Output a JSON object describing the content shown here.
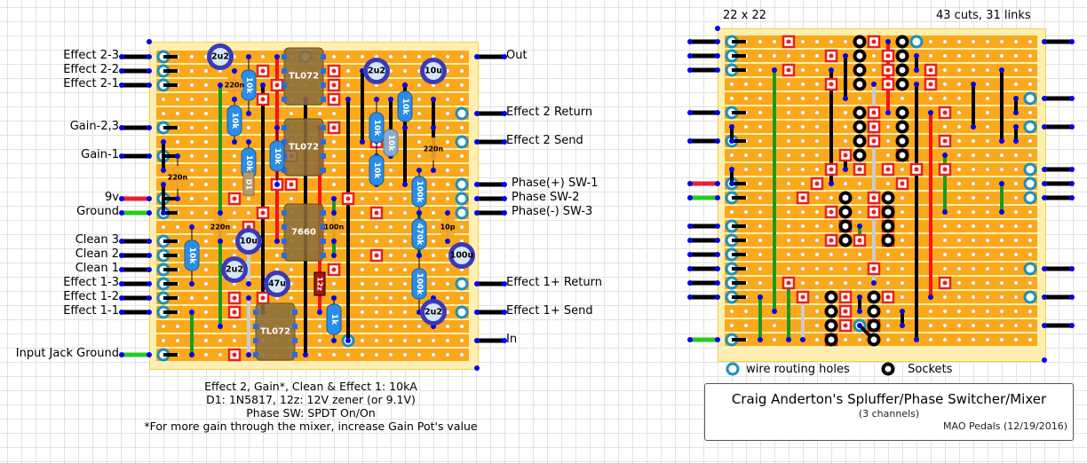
{
  "left_board": {
    "left_labels": [
      {
        "text": "Effect 2-3",
        "row": 0
      },
      {
        "text": "Effect 2-2",
        "row": 1
      },
      {
        "text": "Effect 2-1",
        "row": 2
      },
      {
        "text": "Gain-2,3",
        "row": 5
      },
      {
        "text": "Gain-1",
        "row": 7
      },
      {
        "text": "9v",
        "row": 10,
        "wire": "red"
      },
      {
        "text": "Ground",
        "row": 11,
        "wire": "green"
      },
      {
        "text": "Clean 3",
        "row": 13
      },
      {
        "text": "Clean 2",
        "row": 14
      },
      {
        "text": "Clean 1",
        "row": 15
      },
      {
        "text": "Effect 1-3",
        "row": 16
      },
      {
        "text": "Effect 1-2",
        "row": 17
      },
      {
        "text": "Effect 1-1",
        "row": 18
      },
      {
        "text": "Input Jack Ground",
        "row": 21,
        "wire": "green"
      }
    ],
    "right_labels": [
      {
        "text": "Out",
        "row": 0
      },
      {
        "text": "Effect 2 Return",
        "row": 4
      },
      {
        "text": "Effect 2 Send",
        "row": 6
      },
      {
        "text": "Phase(+) SW-1",
        "row": 9
      },
      {
        "text": "Phase SW-2",
        "row": 10
      },
      {
        "text": "Phase(-) SW-3",
        "row": 11
      },
      {
        "text": "Effect 1+ Return",
        "row": 16
      },
      {
        "text": "Effect 1+ Send",
        "row": 18
      },
      {
        "text": "In",
        "row": 20
      }
    ],
    "ics": [
      {
        "label": "TL072"
      },
      {
        "label": "TL072"
      },
      {
        "label": "7660"
      },
      {
        "label": "TL072"
      }
    ],
    "capacitors_electrolytic": [
      "2u2",
      "2u2",
      "10u",
      "10u",
      "2u2",
      "47u",
      "100u",
      "2u2"
    ],
    "capacitors_film": [
      "220n",
      "220n",
      "220n",
      "220n",
      "100n",
      "10p",
      "220n"
    ],
    "resistors": [
      "10k",
      "10k",
      "10k",
      "10k",
      "10k",
      "10k",
      "10k",
      "100k",
      "10k",
      "470k",
      "100k",
      "1k"
    ],
    "diodes": [
      "D1",
      "12z"
    ],
    "trimmer": "10k",
    "notes": [
      "Effect 2, Gain*, Clean & Effect 1: 10kA",
      "D1: 1N5817, 12z: 12V zener (or 9.1V)",
      "Phase SW: SPDT On/On",
      "*For more gain through the mixer, increase Gain Pot's value"
    ]
  },
  "right_board": {
    "size_label": "22 x 22",
    "stats_label": "43 cuts, 31 links",
    "legend": {
      "wire_holes": "wire routing holes",
      "sockets": "Sockets"
    },
    "title": "Craig Anderton's Spluffer/Phase Switcher/Mixer",
    "subtitle": "(3 channels)",
    "credit": "MAO Pedals (12/19/2016)"
  },
  "colors": {
    "strip": "#fba81a",
    "board_edge": "#fdefb4",
    "cut": "#e8201e",
    "link_black": "#000000",
    "link_green": "#1a9a1a",
    "link_red": "#ff1010",
    "link_grey": "#cccccc",
    "resistor": "#2a8ee8",
    "electrolytic": "#3a3ab8",
    "film_cap": "#f5a623",
    "ic": "#8b6d3a",
    "wire_hole": "#1e90b8",
    "wire_end": "#0000ee"
  }
}
